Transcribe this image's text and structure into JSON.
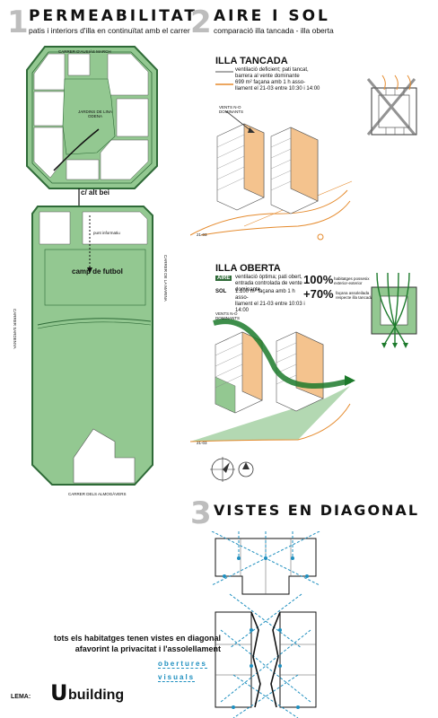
{
  "colors": {
    "green_fill": "#93c891",
    "green_line": "#2e6a37",
    "orange": "#e58a2c",
    "cyan": "#1e8fbf",
    "grey_num": "#bdbdbd",
    "dark_green": "#1c7a2b"
  },
  "section1": {
    "number": "1",
    "title": "PERMEABILITAT",
    "subtitle": "patis i interiors d'illa en continuïtat amb el carrer"
  },
  "section2": {
    "number": "2",
    "title": "AIRE I SOL",
    "subtitle": "comparació illa tancada - illa oberta"
  },
  "section3": {
    "number": "3",
    "title": "VISTES EN DIAGONAL"
  },
  "plan": {
    "street_top": "CARRER D'AUSIÀS MARCH",
    "garden_label": "JARDINS DE LINA ODENA",
    "pass_label": "c/ alt bei",
    "info_label": "punt informatiu",
    "field_label": "camp de futbol",
    "street_left": "CARRER SARDENYA",
    "street_right": "CARRER DE LA MARINA",
    "street_bottom": "CARRER DELS ALMOGÀVERS"
  },
  "closed": {
    "title": "ILLA TANCADA",
    "legend1": "ventilació deficient; pati tancat, barrera al vente dominante",
    "legend2": "699 m² façana amb 1 h asso-\nllament el 21-03 entre 10:30 i 14:00",
    "wind_label": "VENTS N-O\nDOMINANTS",
    "time_label": "21-03"
  },
  "open": {
    "title": "ILLA OBERTA",
    "tag_air": "AIRE",
    "tag_sun": "SOL",
    "legend1": "ventilació òptima; pati obert, entrada controlada de vente dominante",
    "legend2": "1.100 m² façana amb 1 h asso-\nllament el 21-03 entre 10:03 i 14:00",
    "pct1": "100%",
    "pct1_text": "habitatges possesix\nexterior-exterior",
    "pct2": "+70%",
    "pct2_text": "façana assoleilada\nrespecte illa tancada",
    "wind_label": "VENTS N-O\nDOMINANTS",
    "time_label": "21-03"
  },
  "views": {
    "line1": "tots els habitatges tenen vistes en diagonal",
    "line2": "afavorint la privacitat i l'assolellament",
    "legend1": "obertures",
    "legend2": "visuals"
  },
  "footer": {
    "lema_label": "LEMA:",
    "mark": "U",
    "word": "building"
  }
}
